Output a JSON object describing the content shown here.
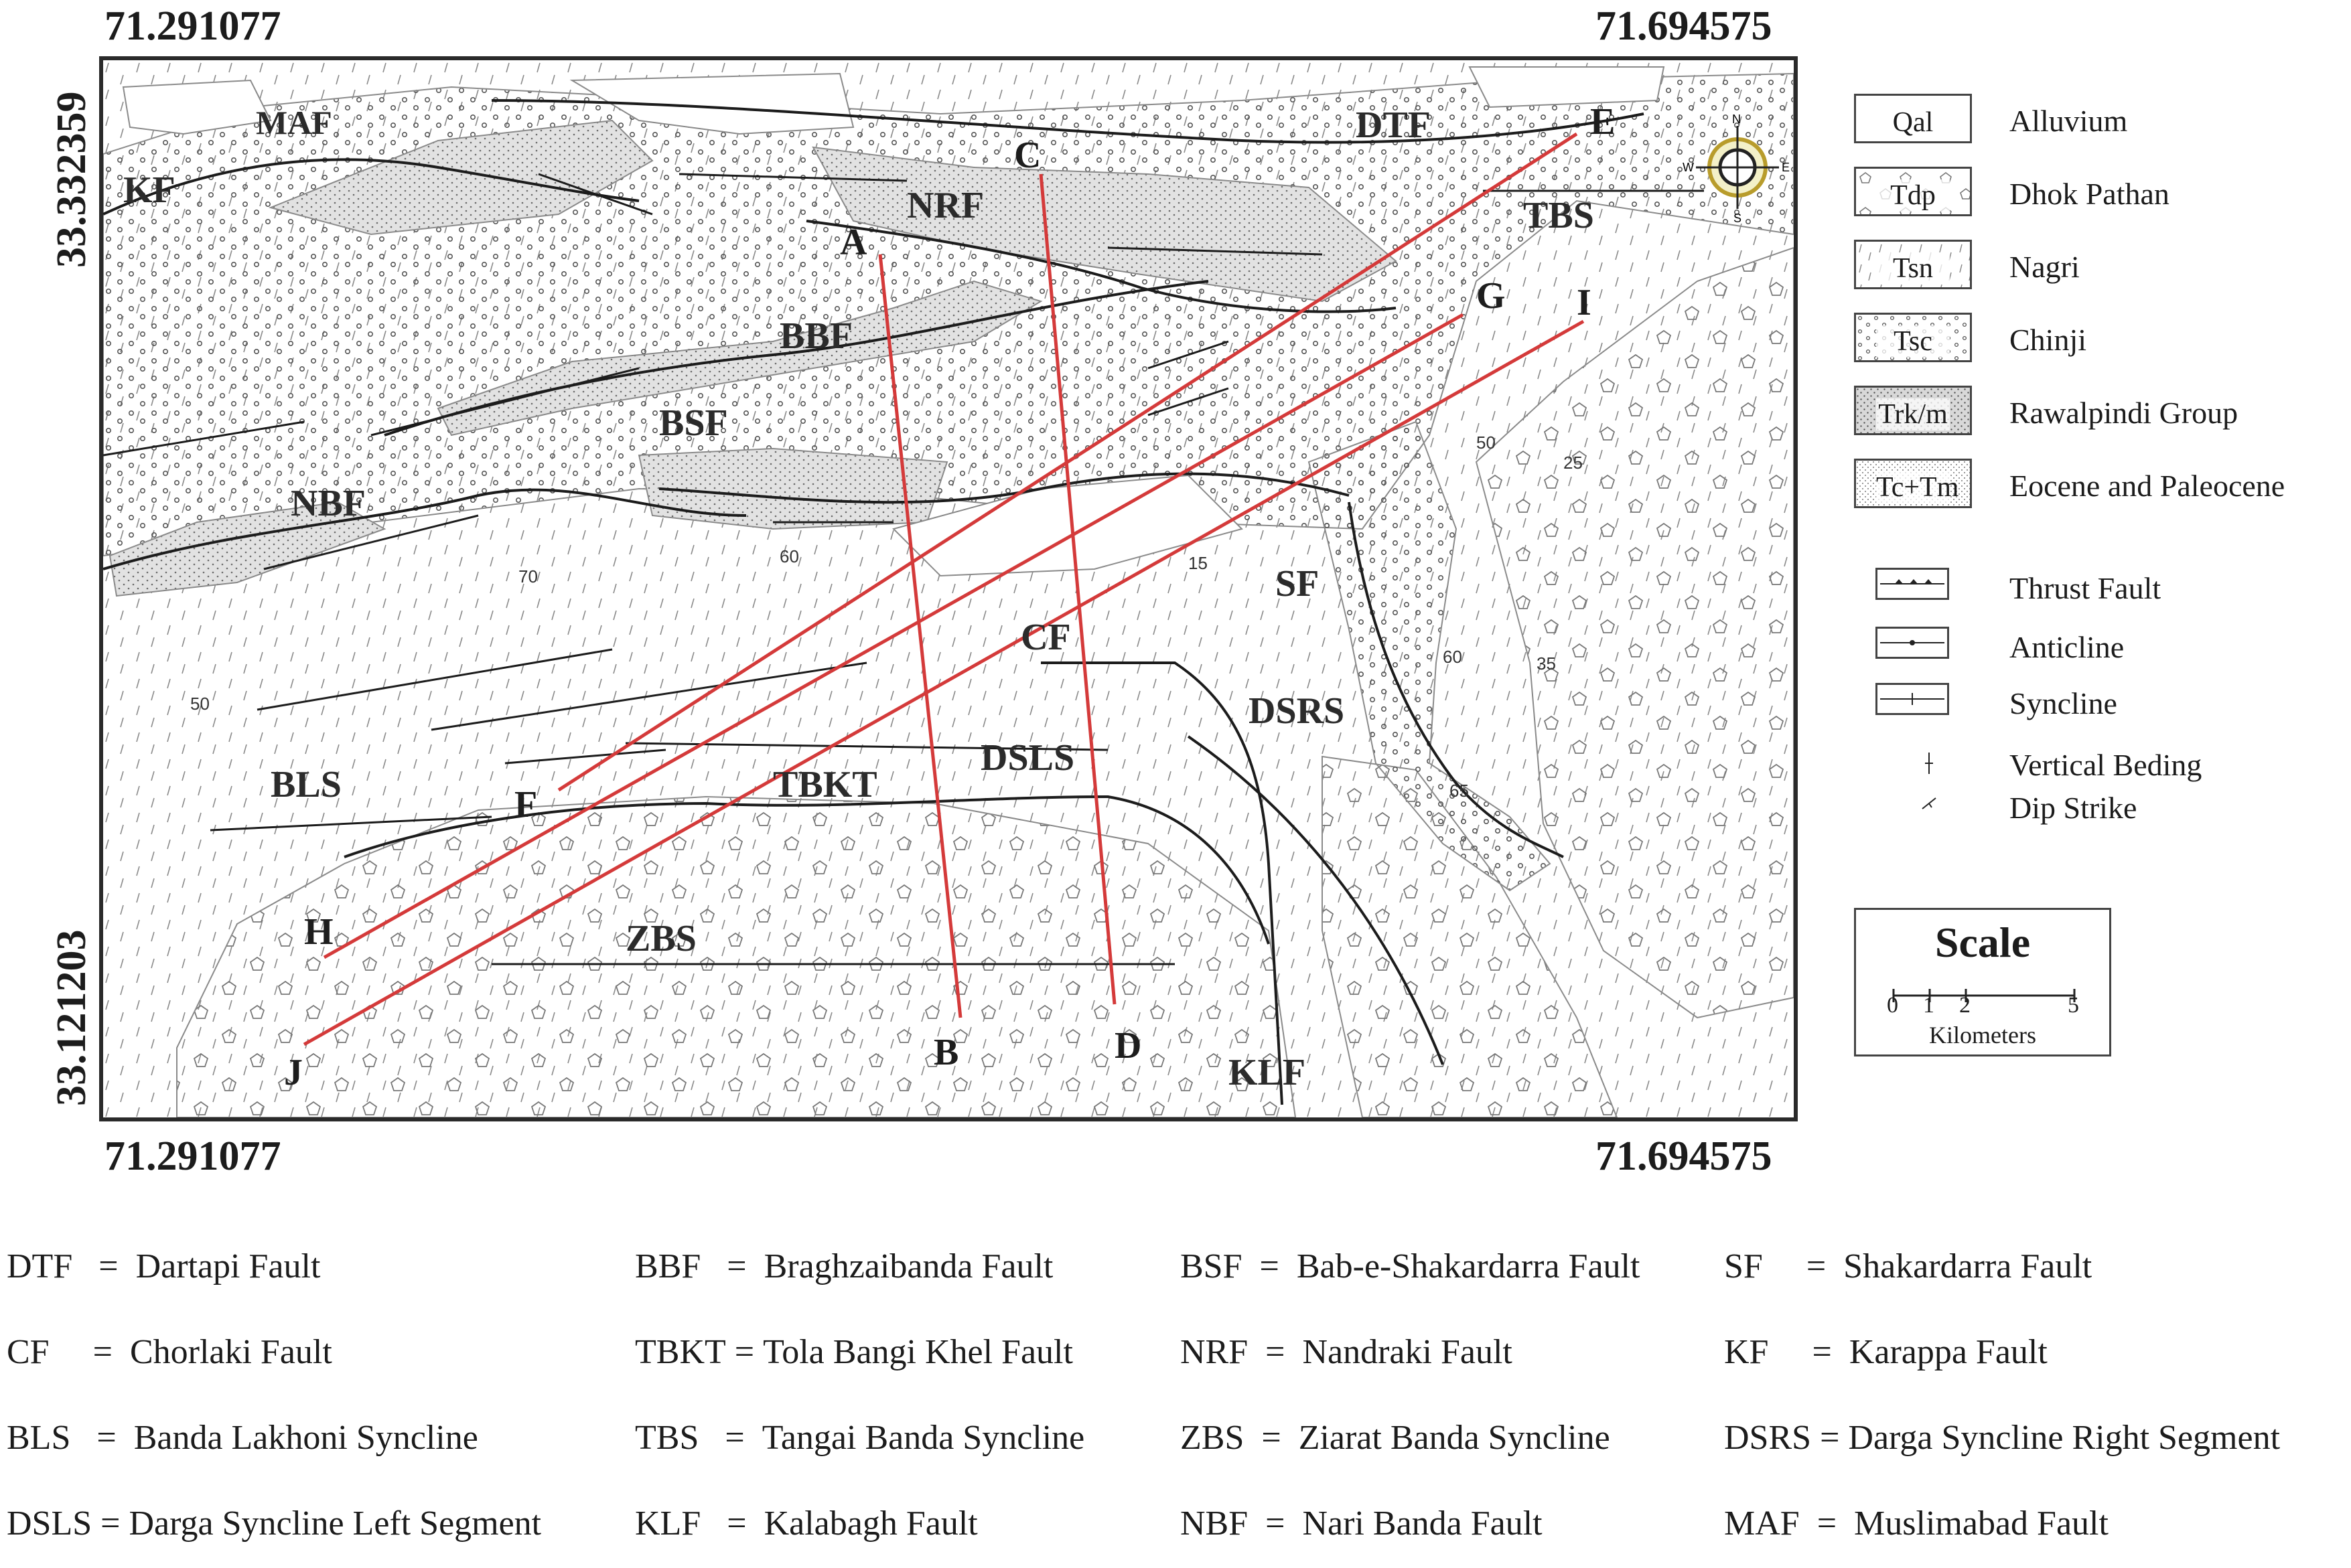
{
  "coordinates": {
    "top_left_lon": "71.291077",
    "top_right_lon": "71.694575",
    "bottom_left_lon": "71.291077",
    "bottom_right_lon": "71.694575",
    "left_top_lat": "33.332359",
    "left_bottom_lat": "33.121203"
  },
  "map": {
    "fault_labels": [
      "MAF",
      "KF",
      "DTF",
      "NRF",
      "BBF",
      "BSF",
      "NBF",
      "SF",
      "CF",
      "DSRS",
      "DSLS",
      "TBKT",
      "BLS",
      "ZBS",
      "KLF",
      "TBS"
    ],
    "section_points": [
      "A",
      "B",
      "C",
      "D",
      "E",
      "F",
      "G",
      "H",
      "I",
      "J"
    ],
    "dip_values": [
      "50",
      "25",
      "70",
      "60",
      "15",
      "60",
      "35",
      "50",
      "65"
    ],
    "north_arrow": {
      "icon": "compass-north-arrow-icon",
      "n": "N",
      "s": "S",
      "e": "E",
      "w": "W"
    },
    "colors": {
      "section_line": "#d43a3a",
      "structure": "#1c1c1c",
      "contact": "#8a8a8a"
    }
  },
  "legend": {
    "units": [
      {
        "code": "Qal",
        "name": "Alluvium",
        "pattern": "plain"
      },
      {
        "code": "Tdp",
        "name": "Dhok Pathan",
        "pattern": "pentagons"
      },
      {
        "code": "Tsn",
        "name": "Nagri",
        "pattern": "dashes"
      },
      {
        "code": "Tsc",
        "name": "Chinji",
        "pattern": "circles"
      },
      {
        "code": "Trk/m",
        "name": "Rawalpindi Group",
        "pattern": "dense"
      },
      {
        "code": "Tc+Tm",
        "name": "Eocene and Paleocene",
        "pattern": "dots"
      }
    ],
    "symbols": [
      {
        "name": "Thrust Fault",
        "icon": "thrust-fault-icon"
      },
      {
        "name": "Anticline",
        "icon": "anticline-icon"
      },
      {
        "name": "Syncline",
        "icon": "syncline-icon"
      }
    ],
    "bedding": [
      {
        "name": "Vertical Beding",
        "icon": "vertical-bedding-icon"
      },
      {
        "name": "Dip Strike",
        "icon": "dip-strike-icon"
      }
    ]
  },
  "scale": {
    "title": "Scale",
    "ticks": [
      "0",
      "1",
      "2",
      "5"
    ],
    "unit": "Kilometers"
  },
  "abbreviations": [
    {
      "code": "DTF",
      "sep": "=",
      "name": "Dartapi Fault"
    },
    {
      "code": "BBF",
      "sep": "=",
      "name": "Braghzaibanda Fault"
    },
    {
      "code": "BSF",
      "sep": "=",
      "name": "Bab-e-Shakardarra Fault"
    },
    {
      "code": "SF",
      "sep": "=",
      "name": "Shakardarra Fault"
    },
    {
      "code": "CF",
      "sep": "=",
      "name": "Chorlaki Fault"
    },
    {
      "code": "TBKT",
      "sep": "=",
      "name": "Tola Bangi Khel Fault"
    },
    {
      "code": "NRF",
      "sep": "=",
      "name": "Nandraki Fault"
    },
    {
      "code": "KF",
      "sep": "=",
      "name": "Karappa Fault"
    },
    {
      "code": "BLS",
      "sep": "=",
      "name": "Banda Lakhoni Syncline"
    },
    {
      "code": "TBS",
      "sep": "=",
      "name": "Tangai Banda Syncline"
    },
    {
      "code": "ZBS",
      "sep": "=",
      "name": "Ziarat Banda Syncline"
    },
    {
      "code": "DSRS",
      "sep": "=",
      "name": "Darga Syncline Right Segment"
    },
    {
      "code": "DSLS",
      "sep": "=",
      "name": "Darga Syncline Left Segment"
    },
    {
      "code": "KLF",
      "sep": "=",
      "name": "Kalabagh Fault"
    },
    {
      "code": "NBF",
      "sep": "=",
      "name": "Nari Banda Fault"
    },
    {
      "code": "MAF",
      "sep": "=",
      "name": "Muslimabad Fault"
    }
  ]
}
